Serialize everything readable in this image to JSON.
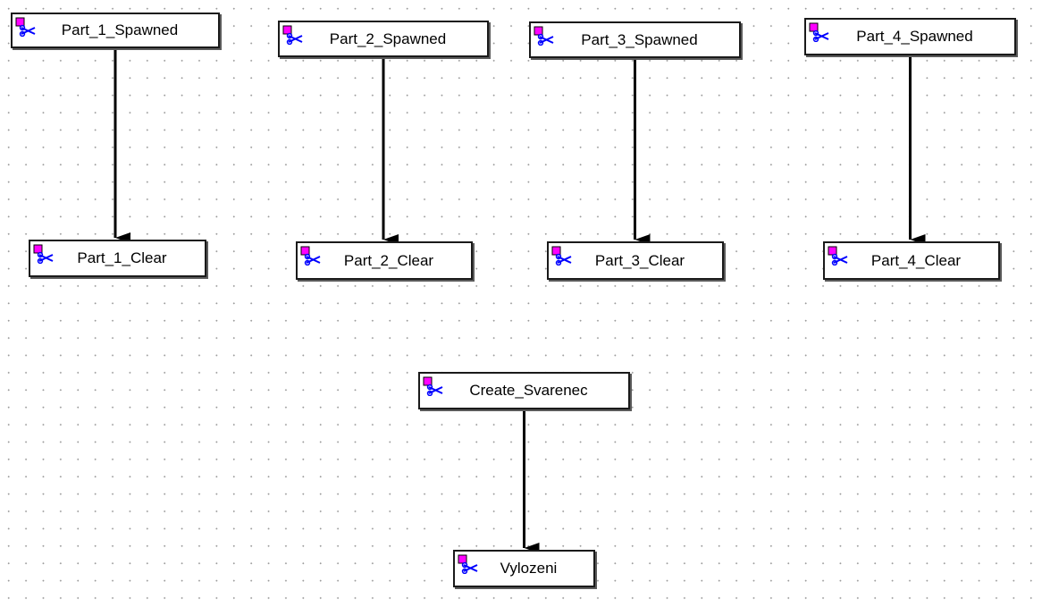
{
  "nodes": [
    {
      "id": "part1-spawned",
      "label": "Part_1_Spawned"
    },
    {
      "id": "part2-spawned",
      "label": "Part_2_Spawned"
    },
    {
      "id": "part3-spawned",
      "label": "Part_3_Spawned"
    },
    {
      "id": "part4-spawned",
      "label": "Part_4_Spawned"
    },
    {
      "id": "part1-clear",
      "label": "Part_1_Clear"
    },
    {
      "id": "part2-clear",
      "label": "Part_2_Clear"
    },
    {
      "id": "part3-clear",
      "label": "Part_3_Clear"
    },
    {
      "id": "part4-clear",
      "label": "Part_4_Clear"
    },
    {
      "id": "create-svarenec",
      "label": "Create_Svarenec"
    },
    {
      "id": "vylozeni",
      "label": "Vylozeni"
    }
  ],
  "edges": [
    {
      "from": "part1-spawned",
      "to": "part1-clear"
    },
    {
      "from": "part2-spawned",
      "to": "part2-clear"
    },
    {
      "from": "part3-spawned",
      "to": "part3-clear"
    },
    {
      "from": "part4-spawned",
      "to": "part4-clear"
    },
    {
      "from": "create-svarenec",
      "to": "vylozeni"
    }
  ],
  "node_icon": "state-node-icon",
  "colors": {
    "icon_square": "#ff00ff",
    "icon_glyph": "#0000ff",
    "border": "#1a1a1a",
    "arrow": "#000000",
    "grid_dot": "#9a9a9a"
  }
}
